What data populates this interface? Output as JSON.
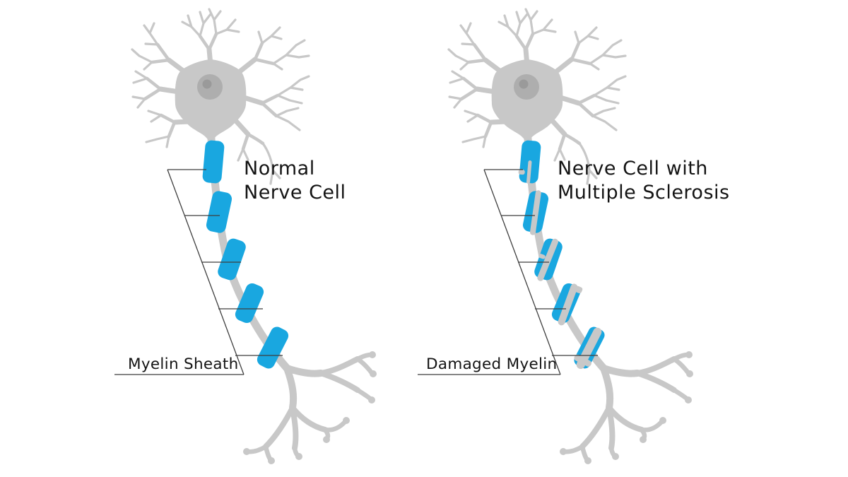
{
  "figure": {
    "panels": [
      {
        "id": "normal",
        "title_lines": [
          "Normal",
          "Nerve Cell"
        ],
        "callout_label": "Myelin Sheath",
        "myelin_segment_count": 5,
        "myelin_state": "intact"
      },
      {
        "id": "ms",
        "title_lines": [
          "Nerve Cell with",
          "Multiple Sclerosis"
        ],
        "callout_label": "Damaged Myelin",
        "myelin_segment_count": 5,
        "myelin_state": "damaged"
      }
    ]
  },
  "colors": {
    "background": "#ffffff",
    "neuron_gray": "#c8c8c8",
    "nucleus_gray": "#aeaeae",
    "nucleolus_gray": "#9a9a9a",
    "myelin_blue": "#19a7e0",
    "callout_line": "#3f3f3f",
    "text": "#141414"
  }
}
